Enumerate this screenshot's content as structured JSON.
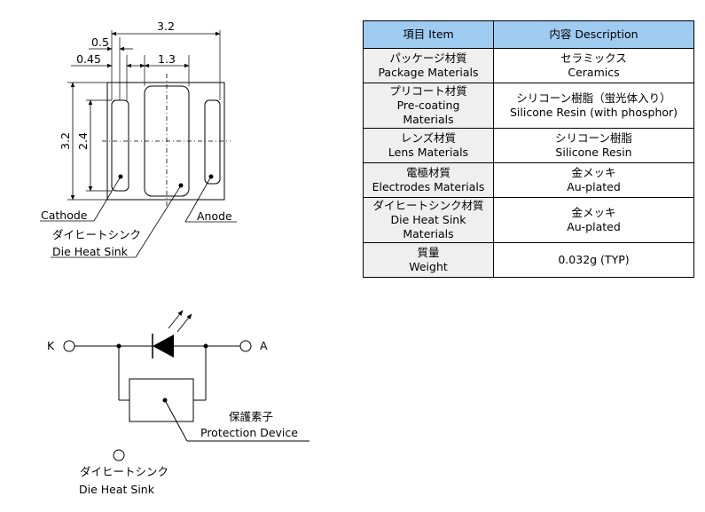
{
  "dims": {
    "width_total": "3.2",
    "pitch_0_5": "0.5",
    "pitch_0_45": "0.45",
    "width_1_3": "1.3",
    "height_3_2": "3.2",
    "height_2_4": "2.4"
  },
  "labels": {
    "cathode": "Cathode",
    "anode": "Anode",
    "heat_sink_jp": "ダイヒートシンク",
    "heat_sink_en": "Die Heat Sink",
    "k": "K",
    "a": "A",
    "protection_jp": "保護素子",
    "protection_en": "Protection Device",
    "heat_sink2_jp": "ダイヒートシンク",
    "heat_sink2_en": "Die Heat Sink"
  },
  "table": {
    "header_item": "項目 Item",
    "header_desc": "内容 Description",
    "rows": [
      {
        "item_jp": "パッケージ材質",
        "item_en": "Package Materials",
        "desc_jp": "セラミックス",
        "desc_en": "Ceramics"
      },
      {
        "item_jp": "プリコート材質",
        "item_en": "Pre-coating",
        "item_en2": "Materials",
        "desc_jp": "シリコーン樹脂（蛍光体入り）",
        "desc_en": "Silicone Resin (with phosphor)"
      },
      {
        "item_jp": "レンズ材質",
        "item_en": "Lens Materials",
        "desc_jp": "シリコーン樹脂",
        "desc_en": "Silicone Resin"
      },
      {
        "item_jp": "電極材質",
        "item_en": "Electrodes Materials",
        "desc_jp": "金メッキ",
        "desc_en": "Au-plated"
      },
      {
        "item_jp": "ダイヒートシンク材質",
        "item_en": "Die Heat Sink",
        "item_en2": "Materials",
        "desc_jp": "金メッキ",
        "desc_en": "Au-plated"
      },
      {
        "item_jp": "質量",
        "item_en": "Weight",
        "desc_en": "0.032g (TYP)"
      }
    ]
  }
}
